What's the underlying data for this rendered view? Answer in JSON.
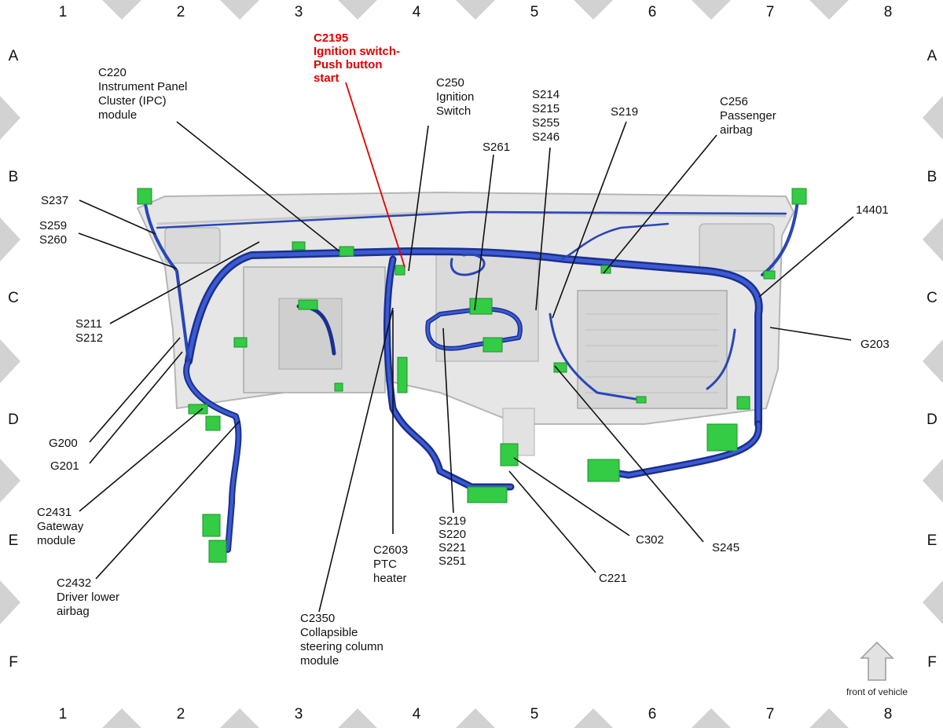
{
  "grid": {
    "columns": [
      "1",
      "2",
      "3",
      "4",
      "5",
      "6",
      "7",
      "8"
    ],
    "rows": [
      "A",
      "B",
      "C",
      "D",
      "E",
      "F"
    ]
  },
  "callouts": {
    "c220": [
      "C220",
      "Instrument Panel",
      "Cluster (IPC)",
      "module"
    ],
    "c2195": [
      "C2195",
      "Ignition switch-",
      "Push button",
      "start"
    ],
    "c250": [
      "C250",
      "Ignition",
      "Switch"
    ],
    "s214": [
      "S214",
      "S215",
      "S255",
      "S246"
    ],
    "s219_top": [
      "S219"
    ],
    "c256": [
      "C256",
      "Passenger",
      "airbag"
    ],
    "s261": [
      "S261"
    ],
    "s237": [
      "S237"
    ],
    "s259": [
      "S259",
      "S260"
    ],
    "n14401": [
      "14401"
    ],
    "s211": [
      "S211",
      "S212"
    ],
    "g203": [
      "G203"
    ],
    "g200": [
      "G200"
    ],
    "g201": [
      "G201"
    ],
    "c2431": [
      "C2431",
      "Gateway",
      "module"
    ],
    "c2432": [
      "C2432",
      "Driver lower",
      "airbag"
    ],
    "c2350": [
      "C2350",
      "Collapsible",
      "steering column",
      "module"
    ],
    "c2603": [
      "C2603",
      "PTC",
      "heater"
    ],
    "s219_bottom": [
      "S219",
      "S220",
      "S221",
      "S251"
    ],
    "c302": [
      "C302"
    ],
    "s245": [
      "S245"
    ],
    "c221": [
      "C221"
    ]
  },
  "front_note": "front of vehicle",
  "colors": {
    "highlight": "#e00000",
    "harness": "#2846b8",
    "connector": "#33cc44",
    "frame_triangle": "#d2d2d2"
  }
}
